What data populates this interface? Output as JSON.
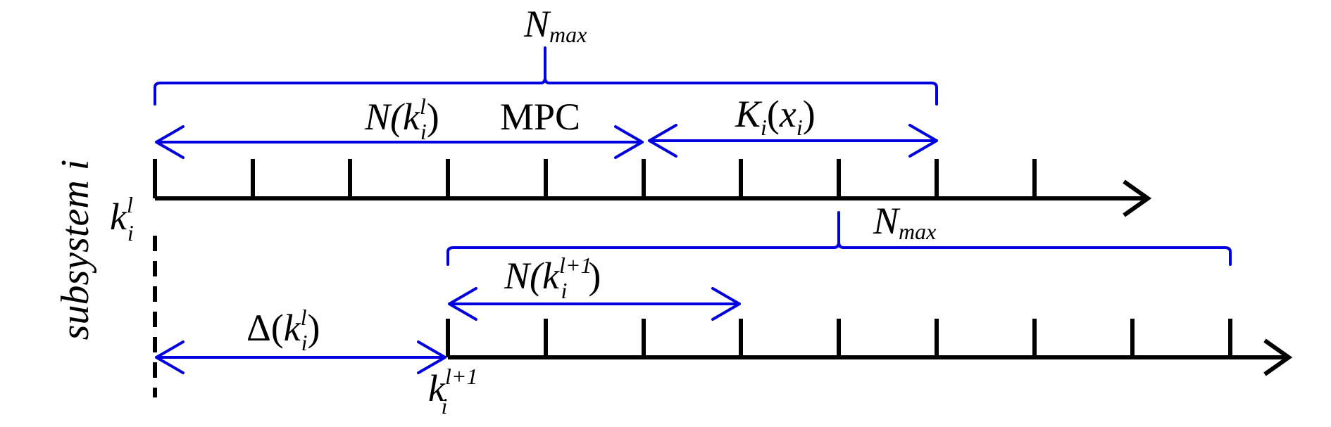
{
  "colors": {
    "axis": "#000000",
    "bracket": "#0000e0",
    "text": "#000000"
  },
  "labels": {
    "side_label": "subsystem i",
    "top_nmax": {
      "main": "N",
      "sub": "max"
    },
    "mpc": "MPC",
    "n_k_top": {
      "prefix": "N(",
      "k": "k",
      "sup": "l",
      "sub": "i",
      "suffix": ")"
    },
    "K_x": {
      "K": "K",
      "Ksub": "i",
      "open": "(",
      "x": "x",
      "xsub": "i",
      "close": ")"
    },
    "k_top_origin": {
      "k": "k",
      "sup": "l",
      "sub": "i"
    },
    "bottom_nmax": {
      "main": "N",
      "sub": "max"
    },
    "n_k_bottom": {
      "prefix": "N(",
      "k": "k",
      "sup": "l+1",
      "sub": "i",
      "suffix": ")"
    },
    "delta": {
      "prefix": "Δ(",
      "k": "k",
      "sup": "l",
      "sub": "i",
      "suffix": ")"
    },
    "k_bottom_origin": {
      "k": "k",
      "sup": "l+1",
      "sub": "i"
    }
  }
}
